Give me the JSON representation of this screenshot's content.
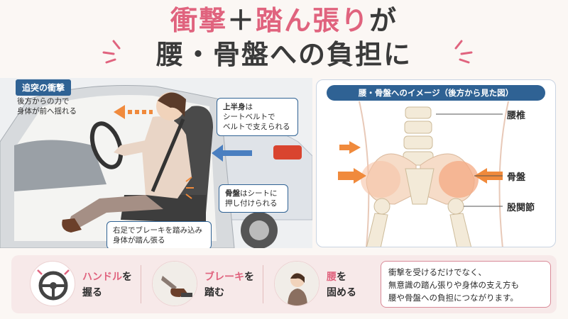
{
  "title": {
    "line1_part1": "衝撃",
    "line1_plus": "＋",
    "line1_part2": "踏ん張り",
    "line1_part3": "が",
    "line2": "腰・骨盤への負担に"
  },
  "scene": {
    "tag": "追突の衝撃",
    "tag_note_line1": "後方からの力で",
    "tag_note_line2": "身体が前へ揺れる",
    "callout_upper_bold": "上半身",
    "callout_upper_rest1": "は",
    "callout_upper_line2": "シートベルトで",
    "callout_upper_line3": "ベルトで支えられる",
    "callout_pelvis_bold": "骨盤",
    "callout_pelvis_rest1": "はシートに",
    "callout_pelvis_line2": "押し付けられる",
    "callout_foot_line1": "右足でブレーキを踏み込み",
    "callout_foot_line2": "身体が踏ん張る"
  },
  "panel": {
    "header": "腰・骨盤へのイメージ（後方から見た図）",
    "label_lumbar": "腰椎",
    "label_pelvis": "骨盤",
    "label_hip": "股関節"
  },
  "bottom": {
    "item1_pink": "ハンドル",
    "item1_rest": "を",
    "item1_line2": "握る",
    "item2_pink": "ブレーキ",
    "item2_rest": "を",
    "item2_line2": "踏む",
    "item3_pink": "腰",
    "item3_rest": "を",
    "item3_line2": "固める",
    "summary_line1": "衝撃を受けるだけでなく、",
    "summary_line2": "無意識の踏ん張りや身体の支え方も",
    "summary_line3": "腰や骨盤への負担につながります。"
  },
  "colors": {
    "accent_pink": "#e0637e",
    "accent_blue": "#2f6294",
    "arrow_orange": "#f08a3c"
  }
}
